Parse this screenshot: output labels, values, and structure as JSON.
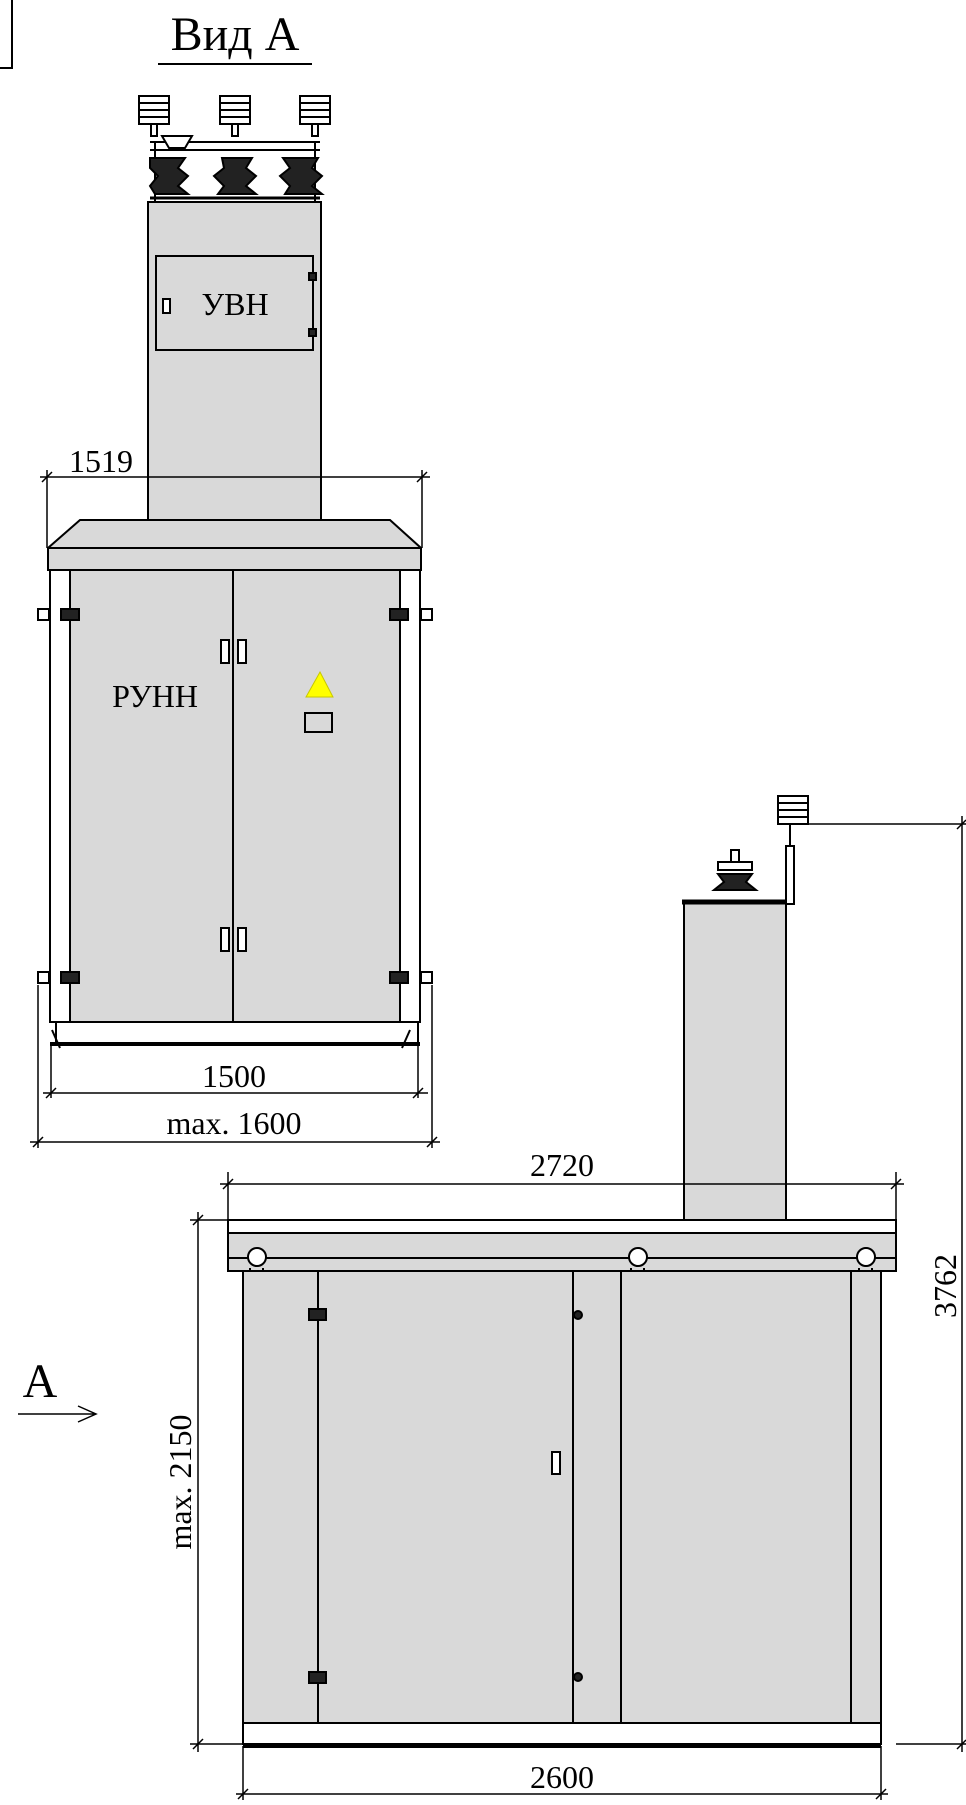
{
  "view": {
    "title": "Вид А"
  },
  "front_view": {
    "hv_label": "УВН",
    "lv_label": "РУНН",
    "dim_roof_width": "1519",
    "dim_base_width": "1500",
    "dim_max_width": "max. 1600"
  },
  "side_view": {
    "dim_roof_length": "2720",
    "dim_base_length": "2600",
    "dim_max_height": "max. 2150",
    "dim_total_height": "3762",
    "view_arrow_label": "А"
  },
  "colors": {
    "body": "#d9d9d9",
    "line": "#000000",
    "warning": "#ffff00"
  }
}
